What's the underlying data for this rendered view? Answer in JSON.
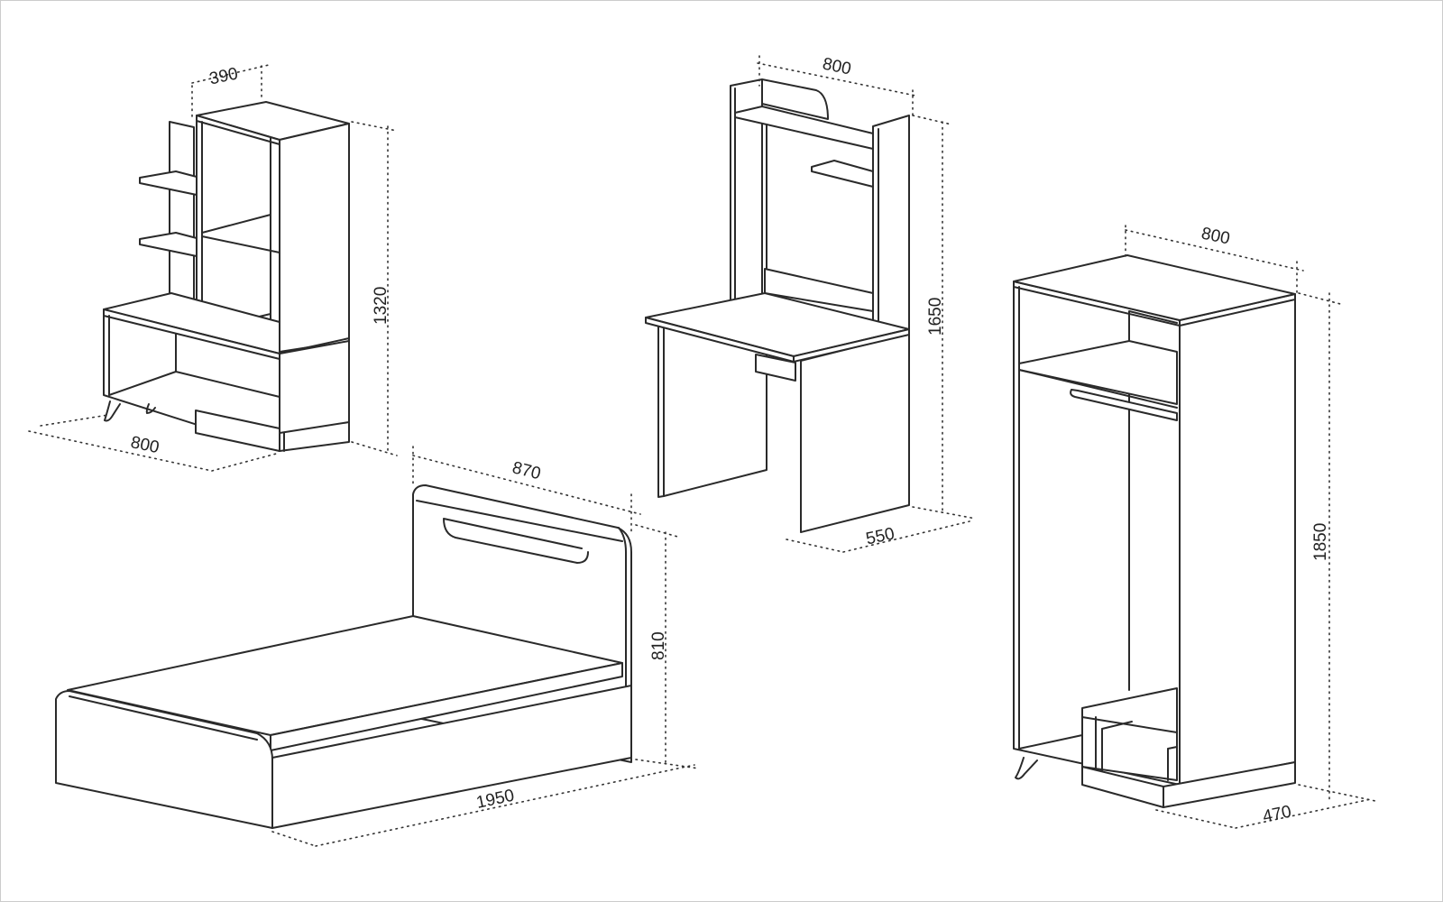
{
  "bookshelf": {
    "depth": "390",
    "height": "1320",
    "width": "800"
  },
  "desk": {
    "width": "800",
    "height": "1650",
    "depth": "550"
  },
  "bed": {
    "width": "870",
    "height": "810",
    "length": "1950"
  },
  "wardrobe": {
    "width": "800",
    "height": "1850",
    "depth": "470"
  },
  "colors": {
    "line": "#2a2a2a",
    "background": "#ffffff"
  }
}
